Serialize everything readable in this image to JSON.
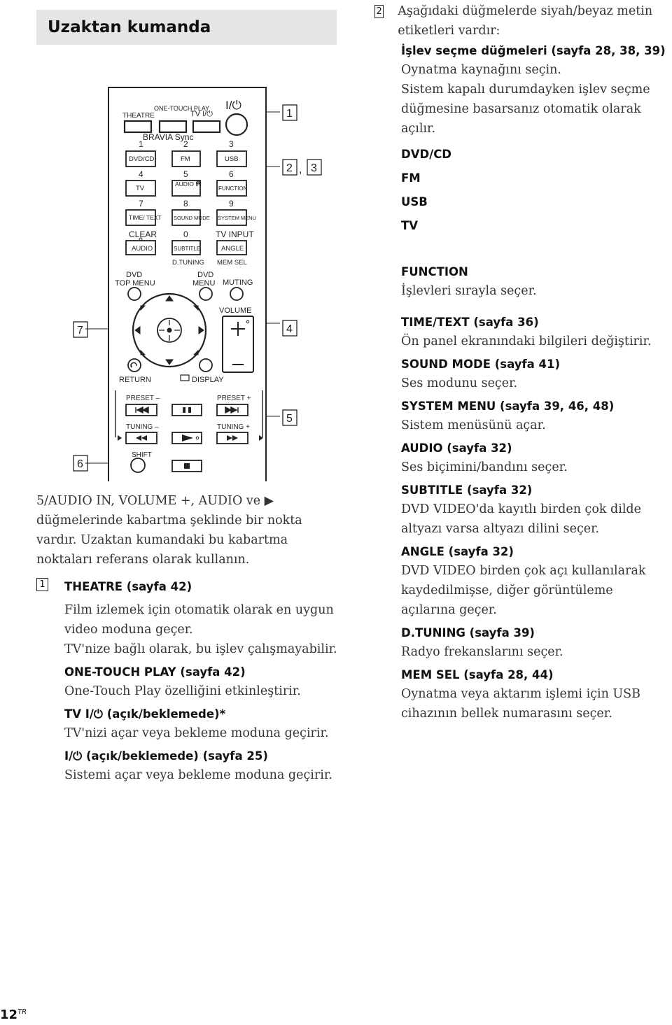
{
  "page": {
    "title": "Uzaktan kumanda",
    "page_number": "12",
    "page_lang": "TR"
  },
  "remote": {
    "labels": {
      "theatre": "THEATRE",
      "one_touch_play": "ONE-TOUCH PLAY",
      "tv_power": "TV I/⏻",
      "power": "I/⏻",
      "bravia_sync": "BRAVIA Sync",
      "n1": "1",
      "n2": "2",
      "n3": "3",
      "dvd_cd": "DVD/CD",
      "fm": "FM",
      "usb": "USB",
      "n4": "4",
      "n5": "5",
      "n6": "6",
      "tv": "TV",
      "audio_in": "AUDIO IN",
      "function": "FUNCTION",
      "n7": "7",
      "n8": "8",
      "n9": "9",
      "time_text": "TIME/ TEXT",
      "sound_mode": "SOUND MODE",
      "system_menu": "SYSTEM MENU",
      "clear": "CLEAR",
      "n0": "0",
      "tv_input": "TV INPUT",
      "audio": "AUDIO",
      "subtitle": "SUBTITLE",
      "angle": "ANGLE",
      "d_tuning": "D.TUNING",
      "mem_sel": "MEM SEL",
      "dvd_top_menu_1": "DVD",
      "dvd_top_menu_2": "TOP MENU",
      "dvd_menu_1": "DVD",
      "dvd_menu_2": "MENU",
      "muting": "MUTING",
      "volume": "VOLUME",
      "return": "RETURN",
      "display": "DISPLAY",
      "preset_minus": "PRESET –",
      "preset_plus": "PRESET +",
      "tuning_minus": "TUNING –",
      "tuning_plus": "TUNING +",
      "shift": "SHIFT"
    },
    "callouts": {
      "c1": "1",
      "c2": "2",
      "c3": "3",
      "c4": "4",
      "c5": "5",
      "c6": "6",
      "c7": "7"
    }
  },
  "left": {
    "tactile_note": "5/AUDIO IN, VOLUME +, AUDIO ve ▶ düğmelerinde kabartma şeklinde bir nokta vardır. Uzaktan kumandaki bu kabartma noktaları referans olarak kullanın.",
    "item1_num": "1",
    "theatre_head": "THEATRE (sayfa 42)",
    "theatre_desc1": "Film izlemek için otomatik olarak en uygun video moduna geçer.",
    "theatre_desc2": "TV'nize bağlı olarak, bu işlev çalışmayabilir.",
    "otp_head": "ONE-TOUCH PLAY (sayfa 42)",
    "otp_desc": "One-Touch Play özelliğini etkinleştirir.",
    "tvpower_head": "TV I/⏻ (açık/beklemede)*",
    "tvpower_desc": "TV'nizi açar veya bekleme moduna geçirir.",
    "power_head": "I/⏻ (açık/beklemede) (sayfa 25)",
    "power_desc": "Sistemi açar veya bekleme moduna geçirir."
  },
  "right": {
    "item2_num": "2",
    "intro": "Aşağıdaki düğmelerde siyah/beyaz metin etiketleri vardır:",
    "func_head": "İşlev seçme düğmeleri (sayfa 28, 38, 39)",
    "func_desc1": "Oynatma kaynağını seçin.",
    "func_desc2": "Sistem kapalı durumdayken işlev seçme düğmesine basarsanız otomatik olarak açılır.",
    "src_dvdcd": "DVD/CD",
    "src_fm": "FM",
    "src_usb": "USB",
    "src_tv": "TV",
    "function_head": "FUNCTION",
    "function_desc": "İşlevleri sırayla seçer.",
    "timetext_head": "TIME/TEXT (sayfa 36)",
    "timetext_desc": "Ön panel ekranındaki bilgileri değiştirir.",
    "soundmode_head": "SOUND MODE (sayfa 41)",
    "soundmode_desc": "Ses modunu seçer.",
    "sysmenu_head": "SYSTEM MENU (sayfa 39, 46, 48)",
    "sysmenu_desc": "Sistem menüsünü açar.",
    "audio_head": "AUDIO (sayfa 32)",
    "audio_desc": "Ses biçimini/bandını seçer.",
    "subtitle_head": "SUBTITLE (sayfa 32)",
    "subtitle_desc": "DVD VIDEO'da kayıtlı birden çok dilde altyazı varsa altyazı dilini seçer.",
    "angle_head": "ANGLE (sayfa 32)",
    "angle_desc": "DVD VIDEO birden çok açı kullanılarak kaydedilmişse, diğer görüntüleme açılarına geçer.",
    "dtuning_head": "D.TUNING (sayfa 39)",
    "dtuning_desc": "Radyo frekanslarını seçer.",
    "memsel_head": "MEM SEL (sayfa 28, 44)",
    "memsel_desc": "Oynatma veya aktarım işlemi için USB cihazının bellek numarasını seçer."
  }
}
